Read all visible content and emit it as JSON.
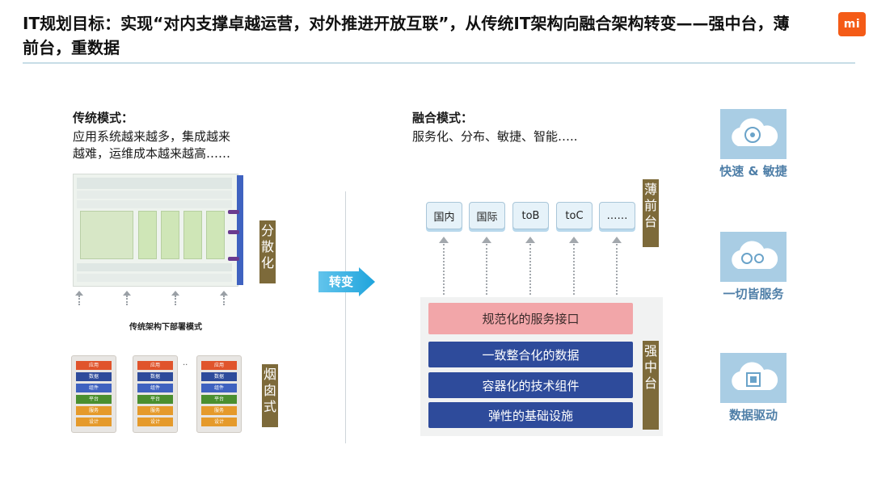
{
  "title": "IT规划目标：实现“对内支撑卓越运营，对外推进开放互联”，从传统IT架构向融合架构转变——强中台，薄前台，重数据",
  "logo": "mi",
  "left": {
    "heading": "传统模式：",
    "desc1": "应用系统越来越多，集成越来",
    "desc2": "越难，运维成本越来越高……",
    "caption": "传统架构下部署模式",
    "label_top": "分散化",
    "label_bottom": "烟囱式",
    "stack_layers": [
      "应用",
      "数据",
      "组件",
      "平台",
      "服务",
      "设计"
    ]
  },
  "arrow_label": "转变",
  "right": {
    "heading": "融合模式：",
    "desc": "服务化、分布、敏捷、智能…..",
    "front_boxes": [
      "国内",
      "国际",
      "toB",
      "toC",
      "……"
    ],
    "label_front": "薄前台",
    "label_middle": "强中台",
    "interface_bar": "规范化的服务接口",
    "layers": [
      "一致整合化的数据",
      "容器化的技术组件",
      "弹性的基础设施"
    ]
  },
  "features": [
    "快速 & 敏捷",
    "一切皆服务",
    "数据驱动"
  ],
  "colors": {
    "brand": "#f45b17",
    "accent_blue": "#2e4b9b",
    "pink": "#f2a6a9",
    "label_brown": "#7d6a3a",
    "feature_text": "#4f7fa8"
  }
}
